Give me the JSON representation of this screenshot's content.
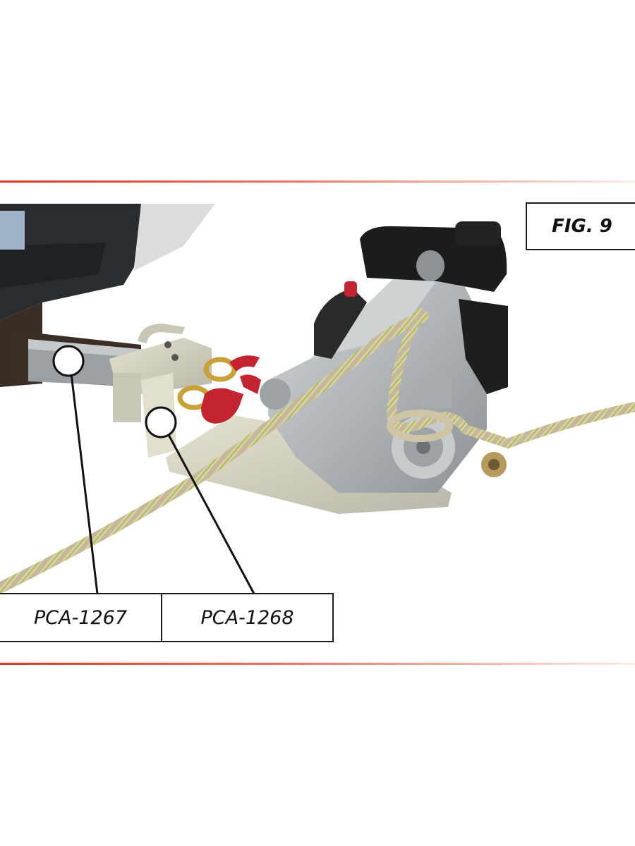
{
  "figure": {
    "label": "FIG. 9"
  },
  "callouts": [
    {
      "part_number": "PCA-1267"
    },
    {
      "part_number": "PCA-1268"
    }
  ],
  "photo": {
    "subject_colors": {
      "winch_housing": "#b9bcbd",
      "engine": "#1c1c1c",
      "hooks": "#c42330",
      "rope": "#d8cdb0",
      "rope_fleck": "#a8c04a",
      "hitch_bar": "#9aa0a3",
      "mount_plate": "#d8d4c0",
      "vehicle": "#2a2d30"
    }
  },
  "colors": {
    "accent_rule": "#d9381e",
    "border": "#1a1a1a"
  }
}
